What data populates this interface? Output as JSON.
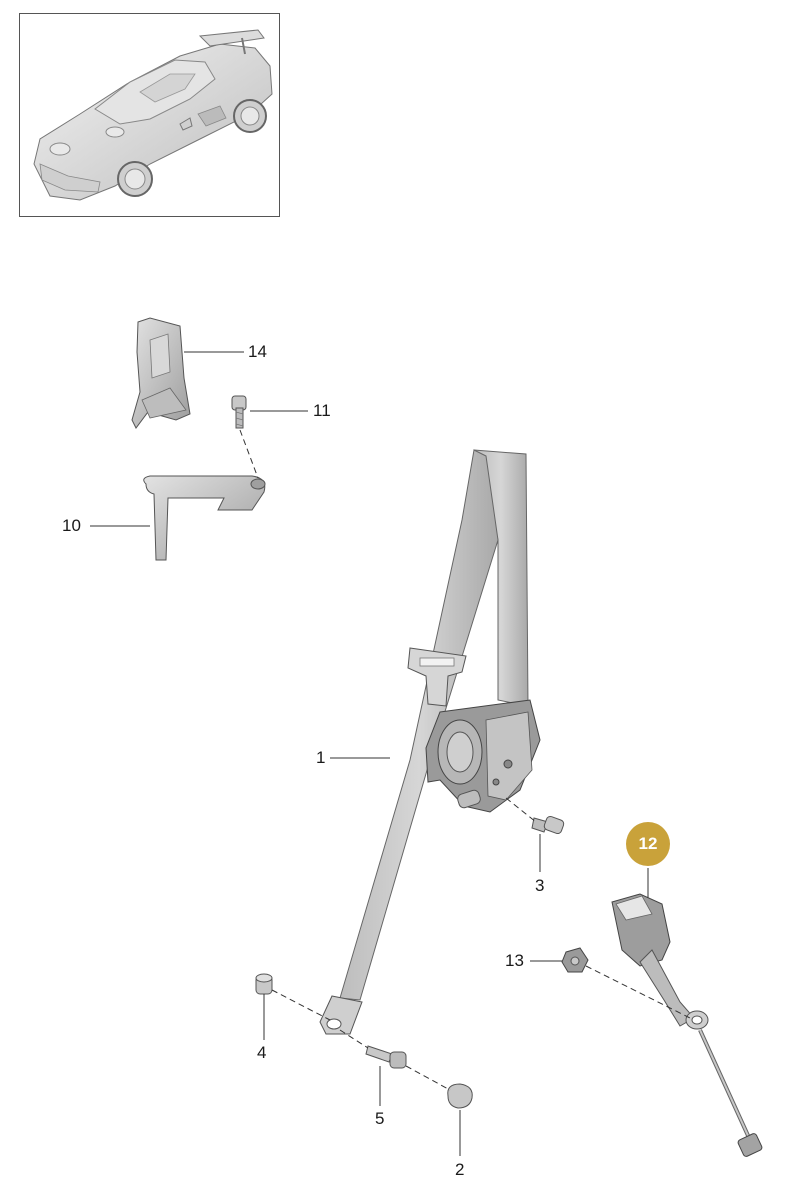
{
  "diagram": {
    "callouts": [
      {
        "id": "c1",
        "label": "1"
      },
      {
        "id": "c2",
        "label": "2"
      },
      {
        "id": "c3",
        "label": "3"
      },
      {
        "id": "c4",
        "label": "4"
      },
      {
        "id": "c5",
        "label": "5"
      },
      {
        "id": "c10",
        "label": "10"
      },
      {
        "id": "c11",
        "label": "11"
      },
      {
        "id": "c12",
        "label": "12",
        "highlighted": true
      },
      {
        "id": "c13",
        "label": "13"
      },
      {
        "id": "c14",
        "label": "14"
      }
    ],
    "highlight_color": "#c9a23a",
    "part_color": "#c8c8c8",
    "line_color": "#333333"
  }
}
